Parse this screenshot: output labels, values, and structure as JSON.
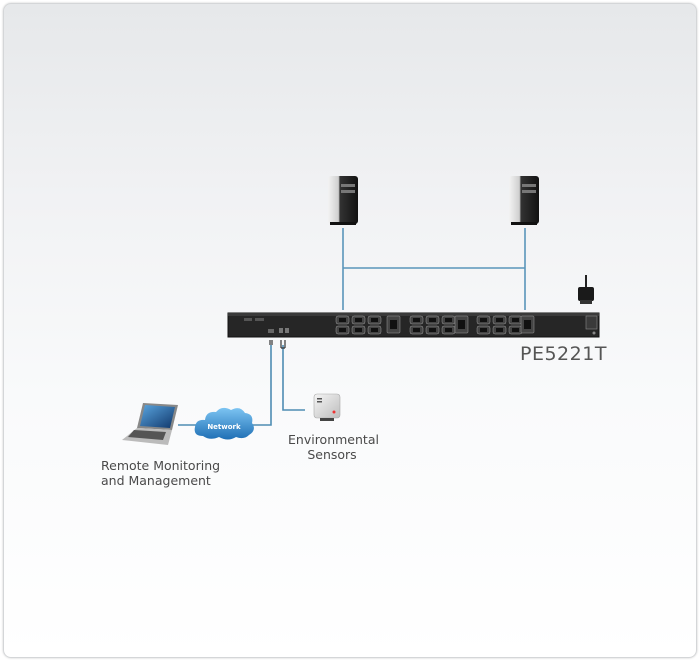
{
  "device": {
    "model": "PE5221T"
  },
  "labels": {
    "network": "Network",
    "sensors_line1": "Environmental",
    "sensors_line2": "Sensors",
    "remote_line1": "Remote Monitoring",
    "remote_line2": "and Management"
  },
  "colors": {
    "cable": "#4f8db3",
    "cloud": "#2f86c8",
    "pdu": "#222222"
  }
}
